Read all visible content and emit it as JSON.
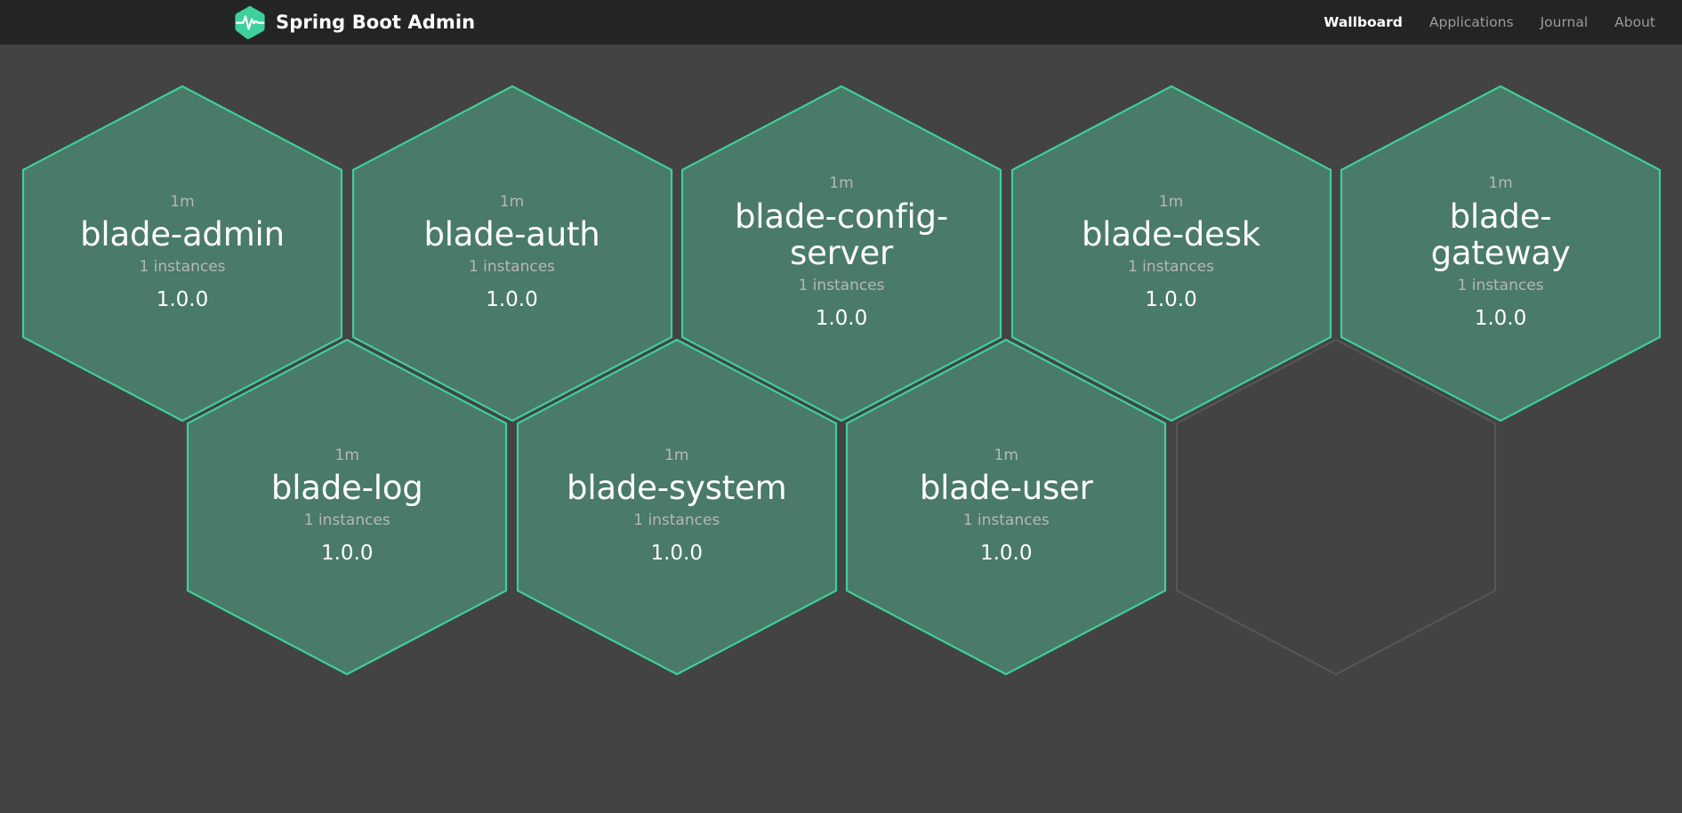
{
  "header": {
    "brand_title": "Spring Boot Admin",
    "logo_icon": "spring-boot-admin-hexagon-pulse-logo",
    "nav": [
      {
        "label": "Wallboard",
        "active": true
      },
      {
        "label": "Applications",
        "active": false
      },
      {
        "label": "Journal",
        "active": false
      },
      {
        "label": "About",
        "active": false
      }
    ]
  },
  "colors": {
    "topbar_background": "#242424",
    "page_background": "#434343",
    "hex_fill": "#4a7a68",
    "hex_stroke": "#3ecf9a",
    "empty_hex_stroke": "#575757",
    "brand_accent": "#3ecf9a",
    "muted_text": "#b7b7b7",
    "primary_text": "#ffffff",
    "nav_inactive_text": "#9b9b9b"
  },
  "wallboard": {
    "rows": [
      {
        "applications": [
          {
            "uptime": "1m",
            "name": "blade-admin",
            "instances": "1 instances",
            "version": "1.0.0",
            "status": "up"
          },
          {
            "uptime": "1m",
            "name": "blade-auth",
            "instances": "1 instances",
            "version": "1.0.0",
            "status": "up"
          },
          {
            "uptime": "1m",
            "name": "blade-config-server",
            "instances": "1 instances",
            "version": "1.0.0",
            "status": "up"
          },
          {
            "uptime": "1m",
            "name": "blade-desk",
            "instances": "1 instances",
            "version": "1.0.0",
            "status": "up"
          },
          {
            "uptime": "1m",
            "name": "blade-gateway",
            "instances": "1 instances",
            "version": "1.0.0",
            "status": "up"
          }
        ]
      },
      {
        "applications": [
          {
            "uptime": "1m",
            "name": "blade-log",
            "instances": "1 instances",
            "version": "1.0.0",
            "status": "up"
          },
          {
            "uptime": "1m",
            "name": "blade-system",
            "instances": "1 instances",
            "version": "1.0.0",
            "status": "up"
          },
          {
            "uptime": "1m",
            "name": "blade-user",
            "instances": "1 instances",
            "version": "1.0.0",
            "status": "up"
          },
          {
            "uptime": "",
            "name": "",
            "instances": "",
            "version": "",
            "status": "empty"
          }
        ]
      }
    ]
  }
}
